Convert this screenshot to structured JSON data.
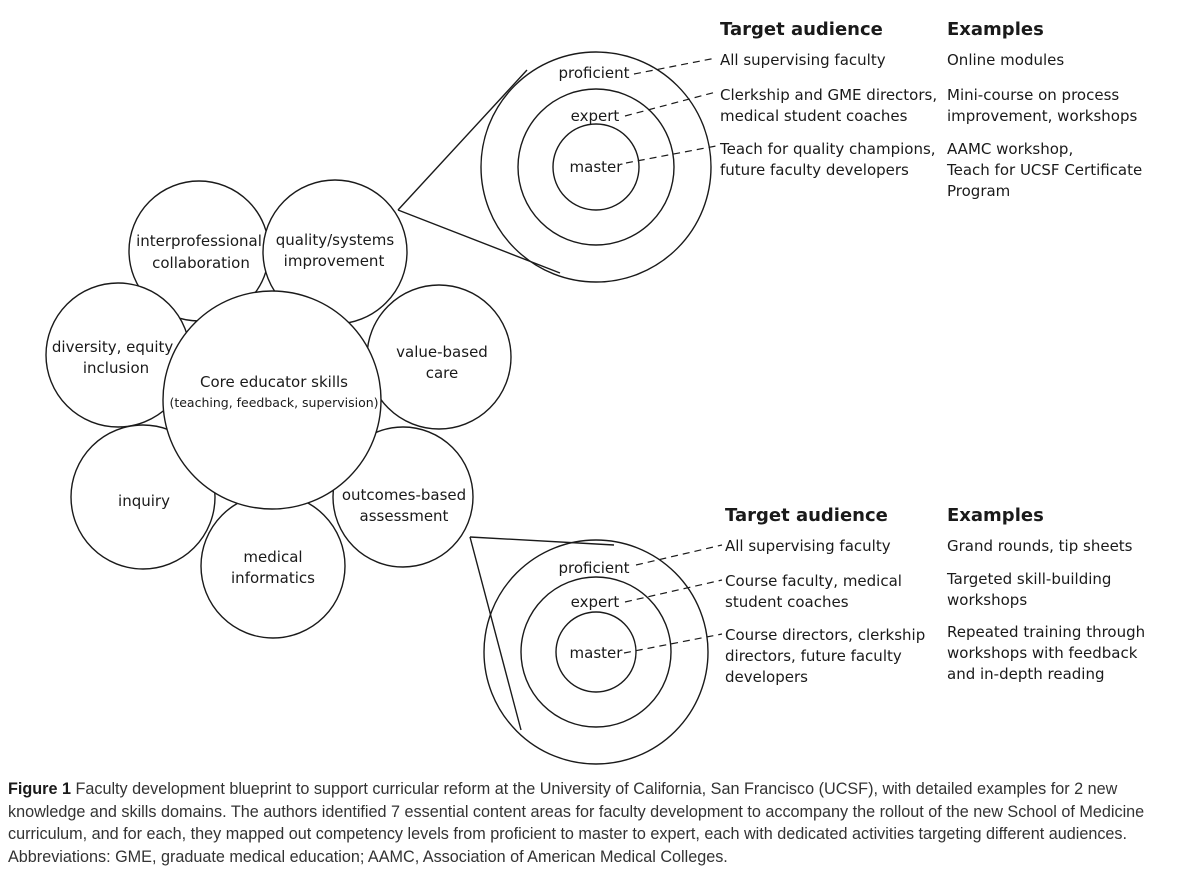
{
  "flower": {
    "center": {
      "title": "Core educator skills",
      "subtitle": "(teaching, feedback, supervision)"
    },
    "petals": [
      {
        "id": "interprofessional",
        "lines": [
          "interprofessional",
          "collaboration"
        ]
      },
      {
        "id": "quality",
        "lines": [
          "quality/systems",
          "improvement"
        ]
      },
      {
        "id": "value",
        "lines": [
          "value-based",
          "care"
        ]
      },
      {
        "id": "outcomes",
        "lines": [
          "outcomes-based",
          "assessment"
        ]
      },
      {
        "id": "informatics",
        "lines": [
          "medical",
          "informatics"
        ]
      },
      {
        "id": "inquiry",
        "lines": [
          "inquiry"
        ]
      },
      {
        "id": "diversity",
        "lines": [
          "diversity, equity,",
          "inclusion"
        ]
      }
    ]
  },
  "panels": [
    {
      "levels": [
        "proficient",
        "expert",
        "master"
      ],
      "header_audience": "Target audience",
      "header_examples": "Examples",
      "rows": [
        {
          "audience": [
            "All supervising faculty"
          ],
          "examples": [
            "Online modules"
          ]
        },
        {
          "audience": [
            "Clerkship and GME directors,",
            "medical student coaches"
          ],
          "examples": [
            "Mini-course on process",
            "improvement, workshops"
          ]
        },
        {
          "audience": [
            "Teach for quality champions,",
            "future faculty developers"
          ],
          "examples": [
            "AAMC workshop,",
            "Teach for UCSF Certificate",
            "Program"
          ]
        }
      ]
    },
    {
      "levels": [
        "proficient",
        "expert",
        "master"
      ],
      "header_audience": "Target audience",
      "header_examples": "Examples",
      "rows": [
        {
          "audience": [
            "All supervising faculty"
          ],
          "examples": [
            "Grand rounds, tip sheets"
          ]
        },
        {
          "audience": [
            "Course faculty, medical",
            "student coaches"
          ],
          "examples": [
            "Targeted skill-building",
            "workshops"
          ]
        },
        {
          "audience": [
            "Course directors, clerkship",
            "directors, future faculty",
            "developers"
          ],
          "examples": [
            "Repeated training through",
            "workshops with feedback",
            "and in-depth reading"
          ]
        }
      ]
    }
  ],
  "caption": {
    "label": "Figure 1",
    "text": " Faculty development blueprint to support curricular reform at the University of California, San Francisco (UCSF), with detailed examples for 2 new knowledge and skills domains. The authors identified 7 essential content areas for faculty development to accompany the rollout of the new School of Medicine curriculum, and for each, they mapped out competency levels from proficient to master to expert, each with dedicated activities targeting different audiences. Abbreviations: GME, graduate medical education; AAMC, Association of American Medical Colleges."
  }
}
